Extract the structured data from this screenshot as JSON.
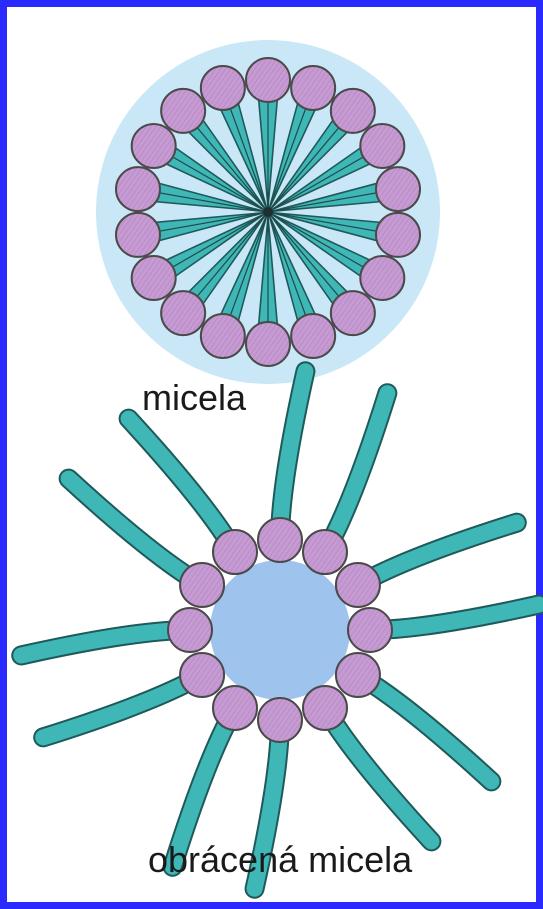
{
  "labels": {
    "micelle": "micela",
    "reverse_micelle": "obrácená micela"
  },
  "colors": {
    "frame_border": "#2a2aff",
    "head_fill": "#c79ad3",
    "head_outline": "#4a4a4a",
    "tail_fill": "#3fb7b7",
    "tail_outline": "#1f5a5a",
    "water_halo": "#bfe3f5",
    "reverse_core": "#9ec3ec"
  },
  "micelle": {
    "molecule_count": 18
  },
  "reverse_micelle": {
    "molecule_count": 12
  }
}
